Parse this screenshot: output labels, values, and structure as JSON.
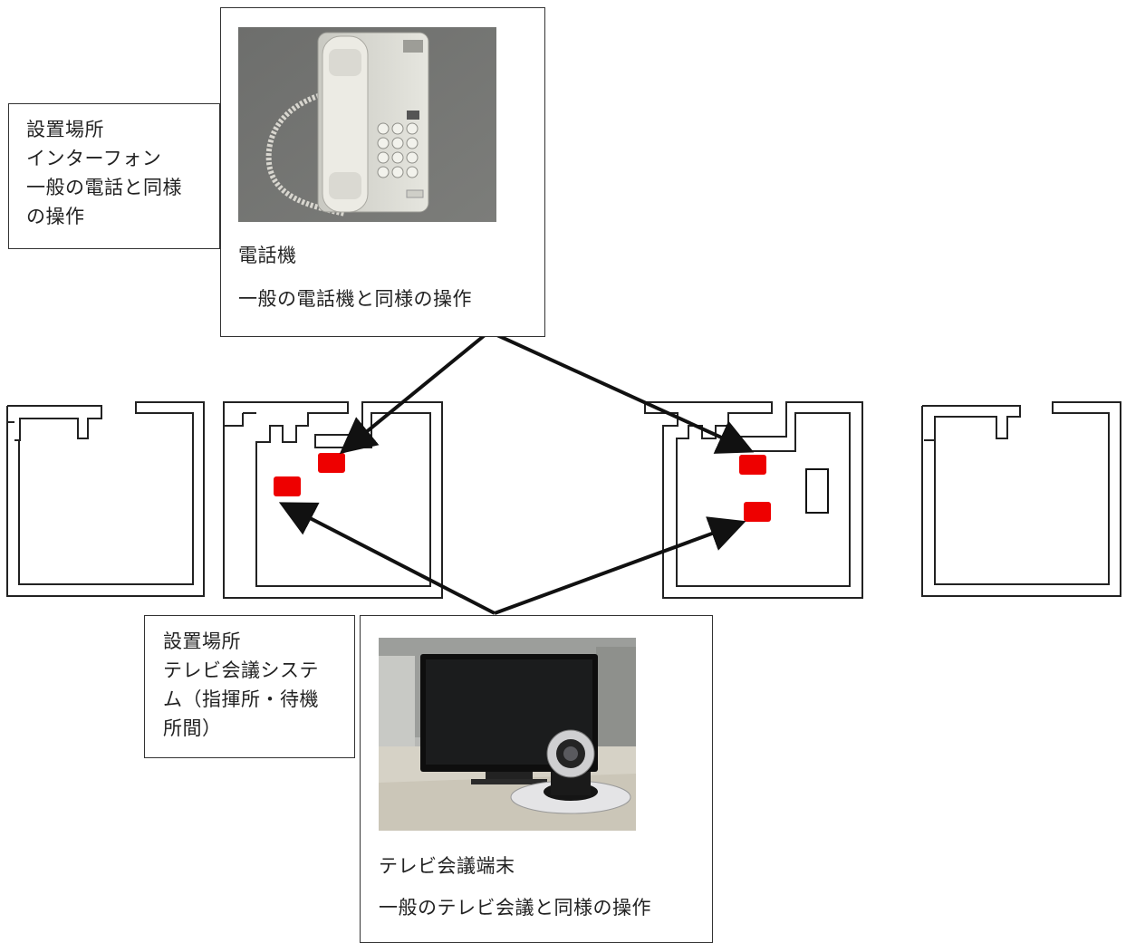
{
  "intercom_location_note": {
    "text": "設置場所\nインターフォン\n一般の電話と同様\nの操作"
  },
  "telephone_card": {
    "title": "電話機",
    "description": "一般の電話機と同様の操作",
    "photo_subject": "desk-telephone"
  },
  "video_conf_location_note": {
    "text": "設置場所\nテレビ会議システ\nム（指揮所・待機\n所間）"
  },
  "video_conf_card": {
    "title": "テレビ会議端末",
    "description": "一般のテレビ会議と同様の操作",
    "photo_subject": "monitor-and-conference-camera"
  },
  "floor_plan": {
    "rooms": [
      "room-1",
      "room-2",
      "room-3",
      "room-4"
    ],
    "equipment_marker_color": "#ee0000",
    "equipment_marker_count": 4,
    "arrows": [
      {
        "from": "telephone_card",
        "to": "room-2 phone marker"
      },
      {
        "from": "telephone_card",
        "to": "room-3 phone marker"
      },
      {
        "from": "video_conf_card",
        "to": "room-2 conference marker"
      },
      {
        "from": "video_conf_card",
        "to": "room-3 conference marker"
      }
    ]
  },
  "colors": {
    "line": "#111111",
    "marker": "#ee0000",
    "border": "#333333"
  }
}
